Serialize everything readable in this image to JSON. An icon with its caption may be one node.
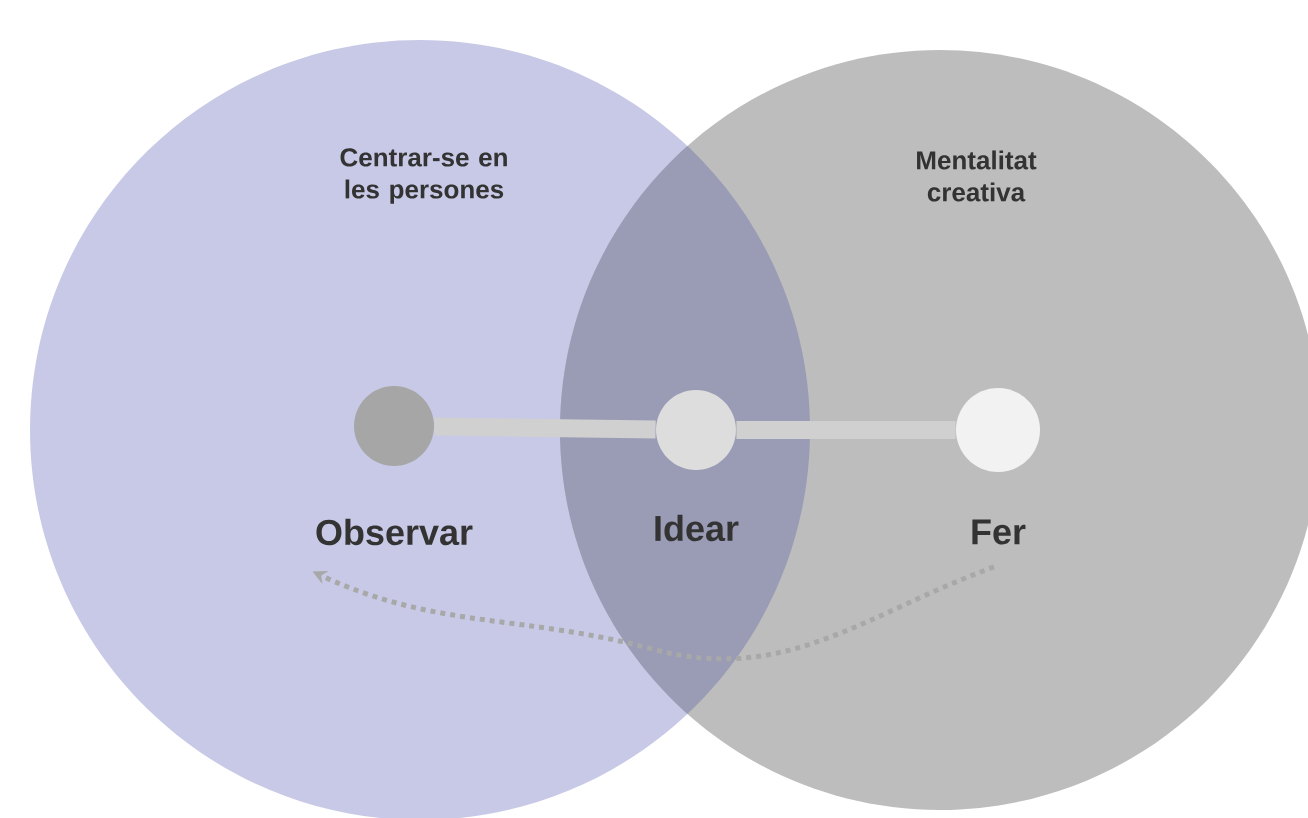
{
  "diagram": {
    "nodes": [
      {
        "text": [
          "Centrar-se en les persones"
        ]
      },
      {
        "text": [
          "Mentalitat creativa"
        ]
      },
      {
        "text": [],
        "shape": "circle",
        "beside": [
          "Observar"
        ],
        "in": 0
      },
      {
        "text": [],
        "shape": "circle",
        "beside": [
          "Idear"
        ]
      },
      {
        "text": [],
        "shape": "circle",
        "beside": [
          "Fer"
        ],
        "in": 1
      }
    ],
    "edges": [
      {
        "from": 2,
        "to": 3,
        "arrow": "none"
      },
      {
        "from": 3,
        "to": 4,
        "arrow": "none"
      },
      {
        "from": 4,
        "to": 2,
        "arrow": "to",
        "style": "dashed",
        "color": "#a8a8a8"
      }
    ]
  }
}
